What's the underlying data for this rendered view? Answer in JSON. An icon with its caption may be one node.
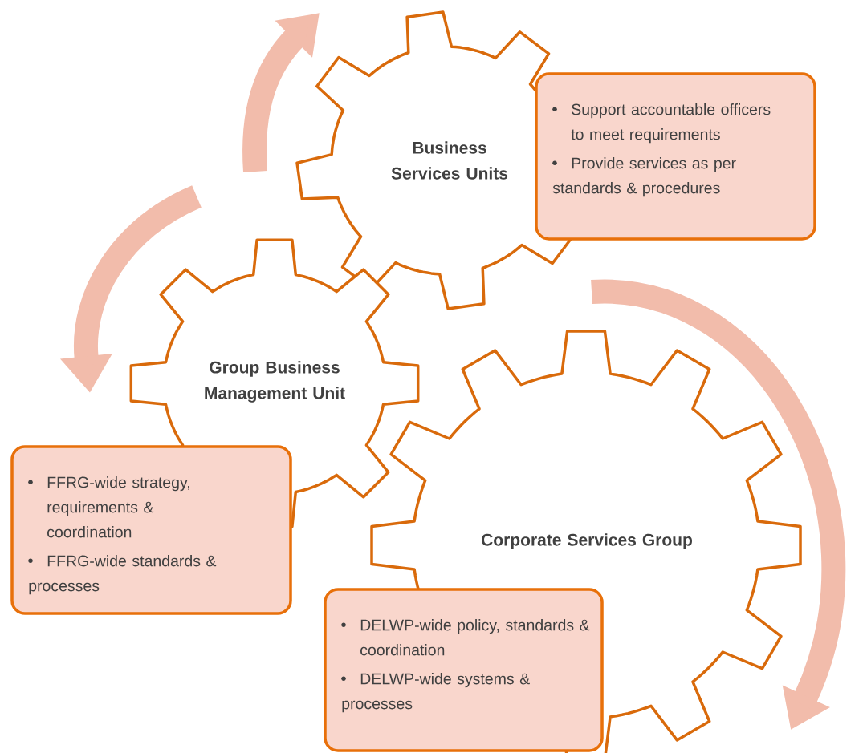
{
  "diagram": {
    "nodes": [
      {
        "text": [
          "Business Services Units"
        ]
      },
      {
        "text": [
          "Support accountable officers to meet requirements",
          "Provide services as per standards & procedures"
        ]
      },
      {
        "text": [
          "Group Business Management Unit"
        ]
      },
      {
        "text": [
          "FFRG-wide strategy, requirements & coordination",
          "FFRG-wide standards & processes"
        ]
      },
      {
        "text": [
          "Corporate Services Group"
        ]
      },
      {
        "text": [
          "DELWP-wide policy, standards & coordination",
          "DELWP-wide systems & processes"
        ]
      }
    ]
  }
}
